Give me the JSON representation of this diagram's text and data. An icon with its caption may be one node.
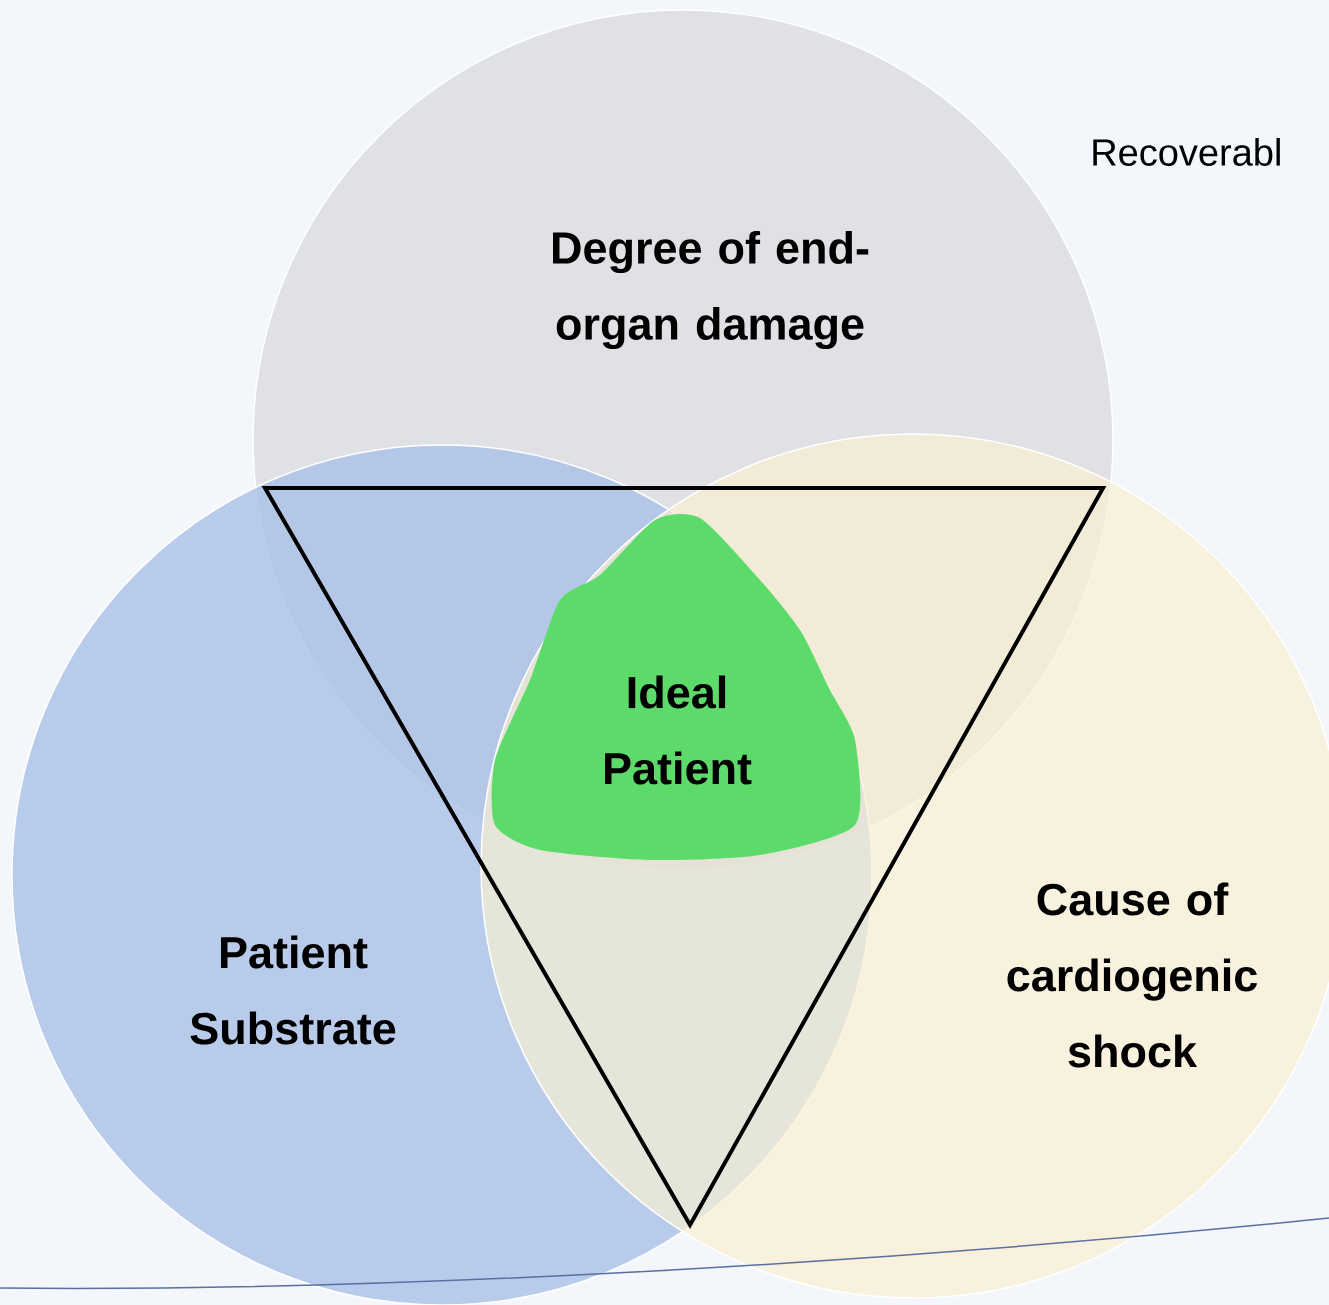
{
  "diagram": {
    "nodes": [
      {
        "text": [
          "Degree of end-organ damage"
        ]
      },
      {
        "text": [
          "Patient Substrate"
        ]
      },
      {
        "text": [
          "Cause of cardiogenic shock"
        ]
      },
      {
        "text": [
          "Ideal Patient"
        ]
      }
    ],
    "labels": [
      "Recoverabl"
    ]
  }
}
